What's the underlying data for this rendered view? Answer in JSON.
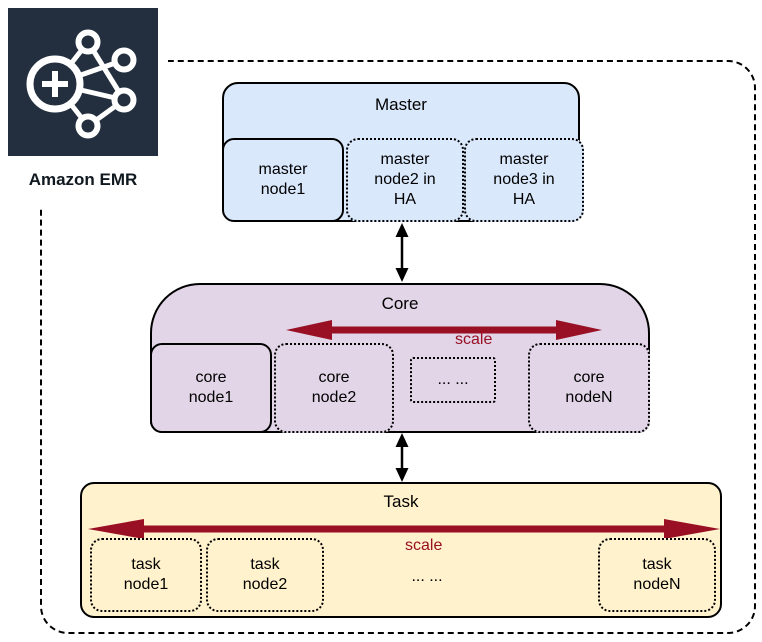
{
  "emr": {
    "label": "Amazon EMR"
  },
  "master": {
    "title": "Master",
    "nodes": [
      {
        "label": "master\nnode1",
        "border": "solid"
      },
      {
        "label": "master\nnode2 in\nHA",
        "border": "dotted"
      },
      {
        "label": "master\nnode3 in\nHA",
        "border": "dotted"
      }
    ]
  },
  "core": {
    "title": "Core",
    "scale_label": "scale",
    "ellipsis": "... ...",
    "nodes": [
      {
        "label": "core\nnode1",
        "border": "solid"
      },
      {
        "label": "core\nnode2",
        "border": "dotted"
      },
      {
        "label": "core\nnodeN",
        "border": "dotted"
      }
    ]
  },
  "task": {
    "title": "Task",
    "scale_label": "scale",
    "ellipsis": "... ...",
    "nodes": [
      {
        "label": "task\nnode1",
        "border": "dotted"
      },
      {
        "label": "task\nnode2",
        "border": "dotted"
      },
      {
        "label": "task\nnodeN",
        "border": "dotted"
      }
    ]
  },
  "colors": {
    "emr_icon_bg": "#232f3e",
    "master_fill": "#dae8fc",
    "core_fill": "#e1d5e7",
    "task_fill": "#fff2cc",
    "arrow_red": "#990f23",
    "border": "#000000"
  }
}
